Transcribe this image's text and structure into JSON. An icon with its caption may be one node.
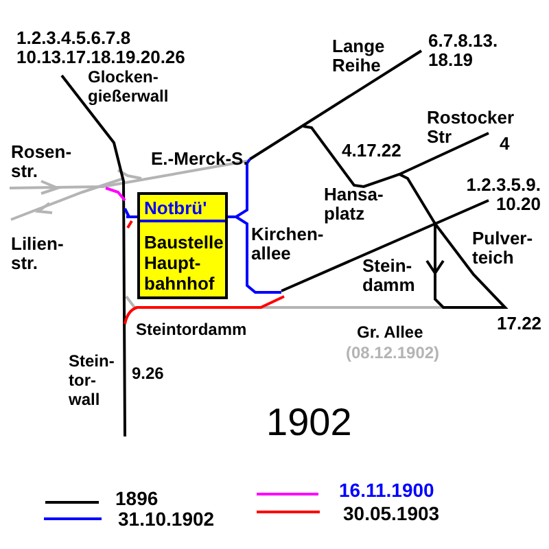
{
  "diagram": {
    "title": "1902",
    "nodes": [
      {
        "text": [
          "Notbrü'",
          "Baustelle Haupt-bahnhof"
        ]
      }
    ],
    "labels": [
      "1.2.3.4.5.6.7.8 10.13.17.18.19.20.26",
      "6.7.8.13. 18.19",
      "Lange Reihe",
      "Glocken-gießerwall",
      "Rostocker Str",
      "4",
      "4.17.22",
      "Rosen-str.",
      "E.-Merck-S.",
      "Hansa-platz",
      "1.2.3.5.9. 10.20",
      "Kirchen-allee",
      "Lilien-str.",
      "Pulver-teich",
      "Stein-damm",
      "17.22",
      "Steintordamm",
      "Gr. Allee",
      "(08.12.1902)",
      "Stein-tor-wall",
      "9.26"
    ],
    "legend": [
      {
        "text": "1896"
      },
      {
        "text": "31.10.1902"
      },
      {
        "text": "16.11.1900"
      },
      {
        "text": "30.05.1903"
      }
    ]
  }
}
